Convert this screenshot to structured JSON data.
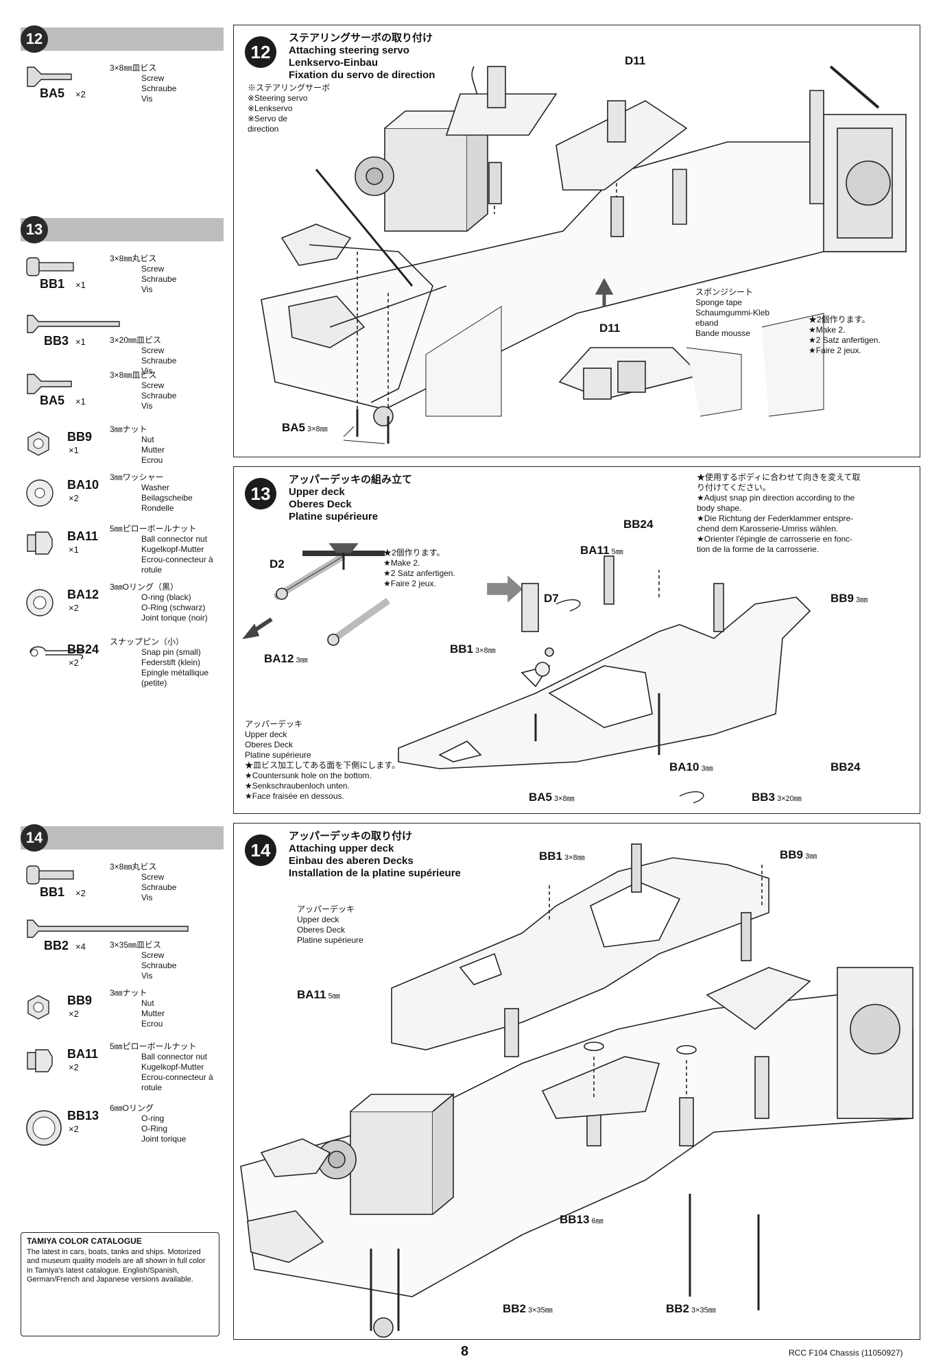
{
  "left": {
    "s12": {
      "badge": "12",
      "parts": [
        {
          "code": "BA5",
          "qty": "×2",
          "lines": [
            "3×8㎜皿ビス",
            "Screw",
            "Schraube",
            "Vis"
          ]
        }
      ]
    },
    "s13": {
      "badge": "13",
      "parts": [
        {
          "code": "BB1",
          "qty": "×1",
          "lines": [
            "3×8㎜丸ビス",
            "Screw",
            "Schraube",
            "Vis"
          ]
        },
        {
          "code": "BB3",
          "qty": "×1",
          "lines": [
            "3×20㎜皿ビス",
            "Screw",
            "Schraube",
            "Vis"
          ]
        },
        {
          "code": "BA5",
          "qty": "×1",
          "lines": [
            "3×8㎜皿ビス",
            "Screw",
            "Schraube",
            "Vis"
          ]
        },
        {
          "code": "BB9",
          "qty": "×1",
          "lines": [
            "3㎜ナット",
            "Nut",
            "Mutter",
            "Ecrou"
          ]
        },
        {
          "code": "BA10",
          "qty": "×2",
          "lines": [
            "3㎜ワッシャー",
            "Washer",
            "Beilagscheibe",
            "Rondelle"
          ]
        },
        {
          "code": "BA11",
          "qty": "×1",
          "lines": [
            "5㎜ピローボールナット",
            "Ball connector nut",
            "Kugelkopf-Mutter",
            "Ecrou-connecteur à",
            "rotule"
          ]
        },
        {
          "code": "BA12",
          "qty": "×2",
          "lines": [
            "3㎜Oリング（黒）",
            "O-ring (black)",
            "O-Ring (schwarz)",
            "Joint torique (noir)"
          ]
        },
        {
          "code": "BB24",
          "qty": "×2",
          "lines": [
            "スナップピン（小）",
            "Snap pin (small)",
            "Federstift (klein)",
            "Epingle métallique (petite)"
          ]
        }
      ]
    },
    "s14": {
      "badge": "14",
      "parts": [
        {
          "code": "BB1",
          "qty": "×2",
          "lines": [
            "3×8㎜丸ビス",
            "Screw",
            "Schraube",
            "Vis"
          ]
        },
        {
          "code": "BB2",
          "qty": "×4",
          "lines": [
            "3×35㎜皿ビス",
            "Screw",
            "Schraube",
            "Vis"
          ]
        },
        {
          "code": "BB9",
          "qty": "×2",
          "lines": [
            "3㎜ナット",
            "Nut",
            "Mutter",
            "Ecrou"
          ]
        },
        {
          "code": "BA11",
          "qty": "×2",
          "lines": [
            "5㎜ピローボールナット",
            "Ball connector nut",
            "Kugelkopf-Mutter",
            "Ecrou-connecteur à",
            "rotule"
          ]
        },
        {
          "code": "BB13",
          "qty": "×2",
          "lines": [
            "6㎜Oリング",
            "O-ring",
            "O-Ring",
            "Joint torique"
          ]
        }
      ]
    },
    "catalogue": {
      "title": "TAMIYA COLOR CATALOGUE",
      "body": "The latest in cars, boats, tanks and ships. Motorized and museum quality models are all shown in full color in Tamiya's latest catalogue. English/Spanish, German/French and Japanese versions available."
    }
  },
  "p12": {
    "badge": "12",
    "title": [
      "ステアリングサーボの取り付け",
      "Attaching steering servo",
      "Lenkservo-Einbau",
      "Fixation du servo de direction"
    ],
    "servo_note": [
      "※ステアリングサーボ",
      "※Steering servo",
      "※Lenkservo",
      "※Servo de",
      "direction"
    ],
    "d11_top": "D11",
    "d11_bottom": "D11",
    "sponge": [
      "スポンジシート",
      "Sponge tape",
      "Schaumgummi-Kleb",
      "eband",
      "Bande mousse"
    ],
    "make2": [
      "★2個作ります。",
      "★Make 2.",
      "★2 Satz anfertigen.",
      "★Faire 2 jeux."
    ],
    "ba5": "BA5",
    "ba5_size": "3×8㎜"
  },
  "p13": {
    "badge": "13",
    "title": [
      "アッパーデッキの組み立て",
      "Upper deck",
      "Oberes Deck",
      "Platine supérieure"
    ],
    "d2": "D2",
    "ba12": "BA12",
    "ba12_size": "3㎜",
    "make2": [
      "★2個作ります。",
      "★Make 2.",
      "★2 Satz anfertigen.",
      "★Faire 2 jeux."
    ],
    "snap_note": [
      "★使用するボディに合わせて向きを変えて取",
      "り付けてください。",
      "★Adjust snap pin direction according to the",
      "body shape.",
      "★Die Richtung der Federklammer entspre-",
      "chend dem Karosserie-Umriss wählen.",
      "★Orienter l'épingle de carrosserie en fonc-",
      "tion de la forme de la carrosserie."
    ],
    "bb24_top": "BB24",
    "ba11": "BA11",
    "ba11_size": "5㎜",
    "d7": "D7",
    "bb9": "BB9",
    "bb9_size": "3㎜",
    "bb1": "BB1",
    "bb1_size": "3×8㎜",
    "deck_note": [
      "アッパーデッキ",
      "Upper deck",
      "Oberes Deck",
      "Platine supérieure",
      "★皿ビス加工してある面を下側にします。",
      "★Countersunk hole on the bottom.",
      "★Senkschraubenloch unten.",
      "★Face fraisée en dessous."
    ],
    "ba10": "BA10",
    "ba10_size": "3㎜",
    "bb24_bottom": "BB24",
    "ba5": "BA5",
    "ba5_size": "3×8㎜",
    "bb3": "BB3",
    "bb3_size": "3×20㎜"
  },
  "p14": {
    "badge": "14",
    "title": [
      "アッパーデッキの取り付け",
      "Attaching upper deck",
      "Einbau des aberen Decks",
      "Installation de la platine supérieure"
    ],
    "bb1": "BB1",
    "bb1_size": "3×8㎜",
    "bb9": "BB9",
    "bb9_size": "3㎜",
    "deck_note": [
      "アッパーデッキ",
      "Upper deck",
      "Oberes Deck",
      "Platine supérieure"
    ],
    "ba11": "BA11",
    "ba11_size": "5㎜",
    "bb13": "BB13",
    "bb13_size": "6㎜",
    "bb2_left": "BB2",
    "bb2_left_size": "3×35㎜",
    "bb2_right": "BB2",
    "bb2_right_size": "3×35㎜"
  },
  "footer": {
    "page": "8",
    "doc": "RCC F104 Chassis (11050927)"
  }
}
